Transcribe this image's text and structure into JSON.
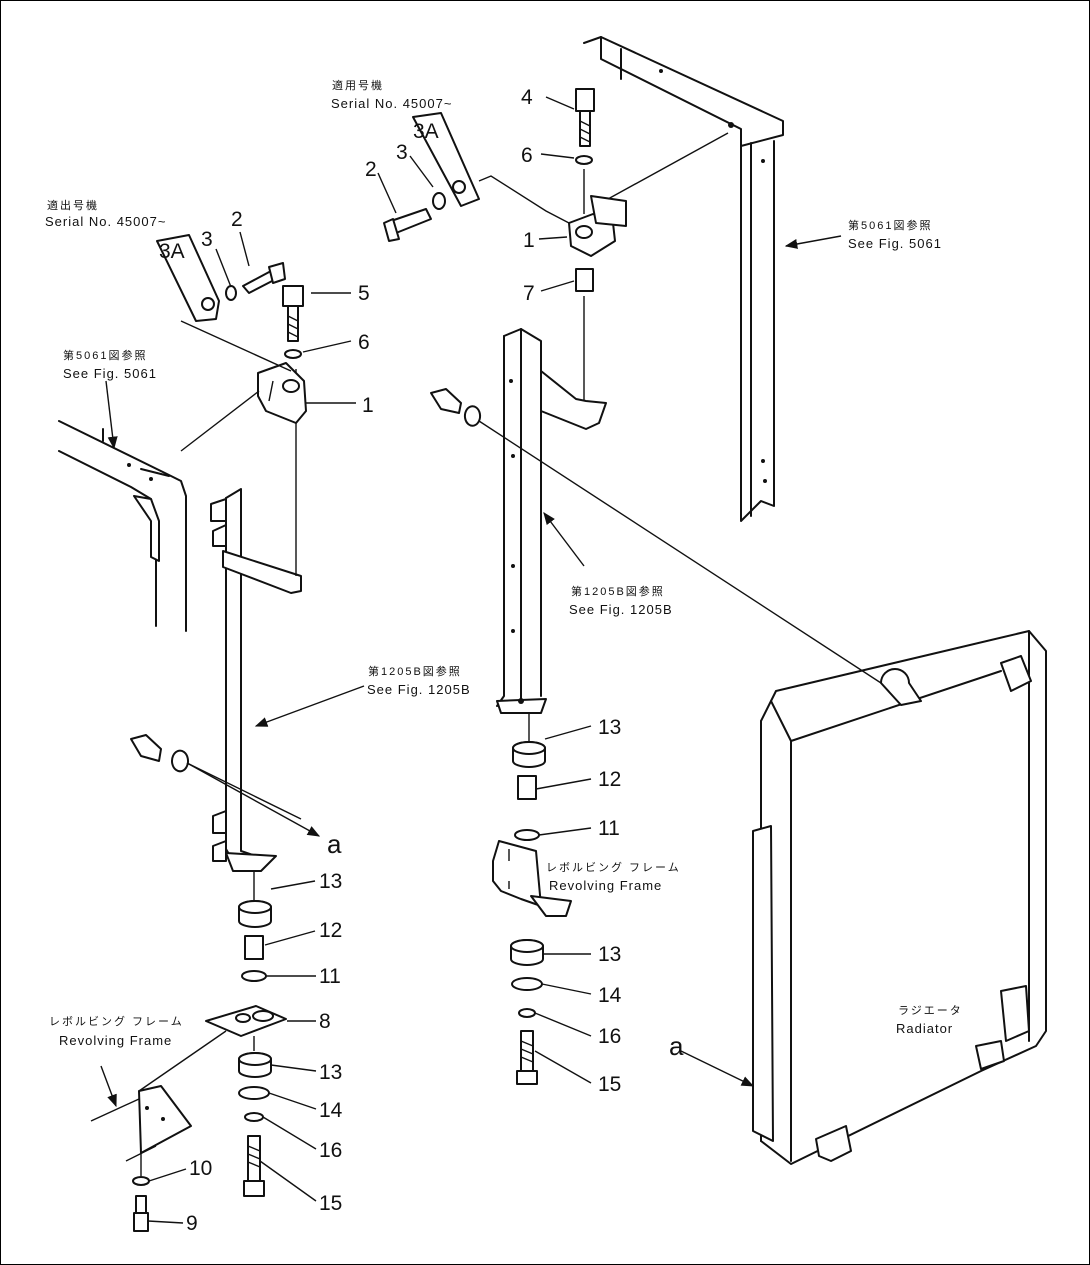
{
  "serial_note_jp": "適用号機",
  "serial_note_jp_alt": "適出号機",
  "serial_note": "Serial No. 45007~",
  "see_5061_jp": "第5061図参照",
  "see_5061": "See Fig. 5061",
  "see_1205b_jp": "第1205B図参照",
  "see_1205b": "See Fig. 1205B",
  "revolving_frame_jp": "レボルビング フレーム",
  "revolving_frame": "Revolving Frame",
  "radiator_jp": "ラジエータ",
  "radiator": "Radiator",
  "view_letter": "a",
  "parts": {
    "p1": "1",
    "p2": "2",
    "p3": "3",
    "p3a": "3A",
    "p4": "4",
    "p5": "5",
    "p6": "6",
    "p7": "7",
    "p8": "8",
    "p9": "9",
    "p10": "10",
    "p11": "11",
    "p12": "12",
    "p13": "13",
    "p14": "14",
    "p15": "15",
    "p16": "16"
  }
}
